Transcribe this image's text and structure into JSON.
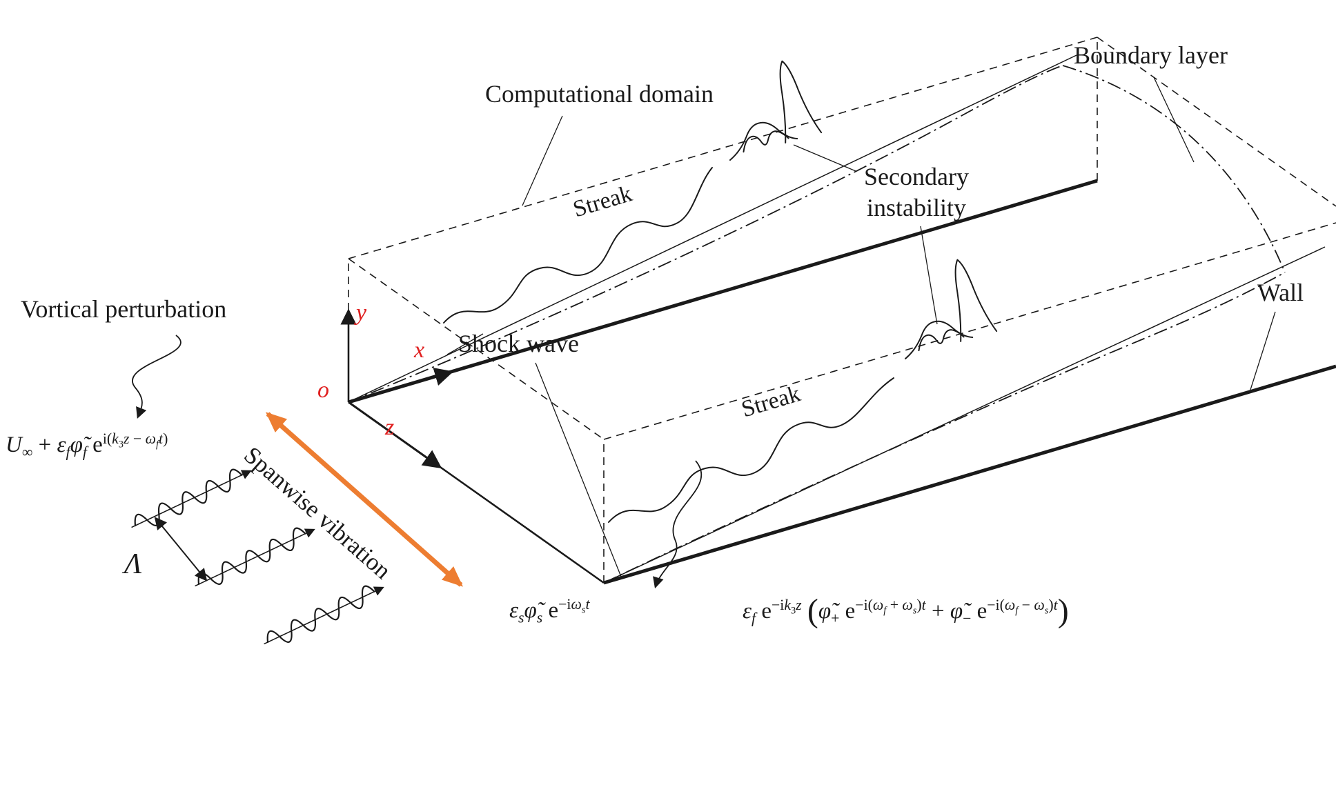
{
  "colors": {
    "ink": "#1a1a1a",
    "axis_label_red": "#e02020",
    "vibration_orange": "#ed7d31",
    "background": "#ffffff"
  },
  "labels": {
    "computational_domain": "Computational domain",
    "boundary_layer": "Boundary layer",
    "secondary_instability_1": "Secondary",
    "secondary_instability_2": "instability",
    "wall": "Wall",
    "shock_wave": "Shock wave",
    "streak_back": "Streak",
    "streak_front": "Streak",
    "vortical_perturbation": "Vortical perturbation",
    "spanwise_vibration": "Spanwise vibration",
    "wavelength_symbol": "Λ"
  },
  "axes": {
    "origin": "o",
    "x": "x",
    "y": "y",
    "z": "z"
  },
  "formulas": {
    "freestream_perturbation": "<i>U</i><sub>∞</sub> + <i>ε<sub>f</sub></i><i>φ̃<sub>f</sub></i> e<sup>i(<i>k</i><sub>3</sub><i>z</i> − <i>ω<sub>f</sub></i><i>t</i>)</sup>",
    "wall_vibration": "<i>ε<sub>s</sub></i><i>φ̃<sub>s</sub></i> e<sup>−i<i>ω<sub>s</sub></i><i>t</i></sup>",
    "receptivity_response": "<i>ε<sub>f</sub></i> e<sup>−i<i>k</i><sub>3</sub><i>z</i></sup> <span class=bigparen>(</span><i>φ̃</i><sub>+</sub> e<sup>−i(<i>ω<sub>f</sub></i> + <i>ω<sub>s</sub></i>)<i>t</i></sup> + <i>φ̃</i><sub>−</sub> e<sup>−i(<i>ω<sub>f</sub></i> − <i>ω<sub>s</sub></i>)<i>t</i></sup><span class=bigparen>)</span>"
  }
}
